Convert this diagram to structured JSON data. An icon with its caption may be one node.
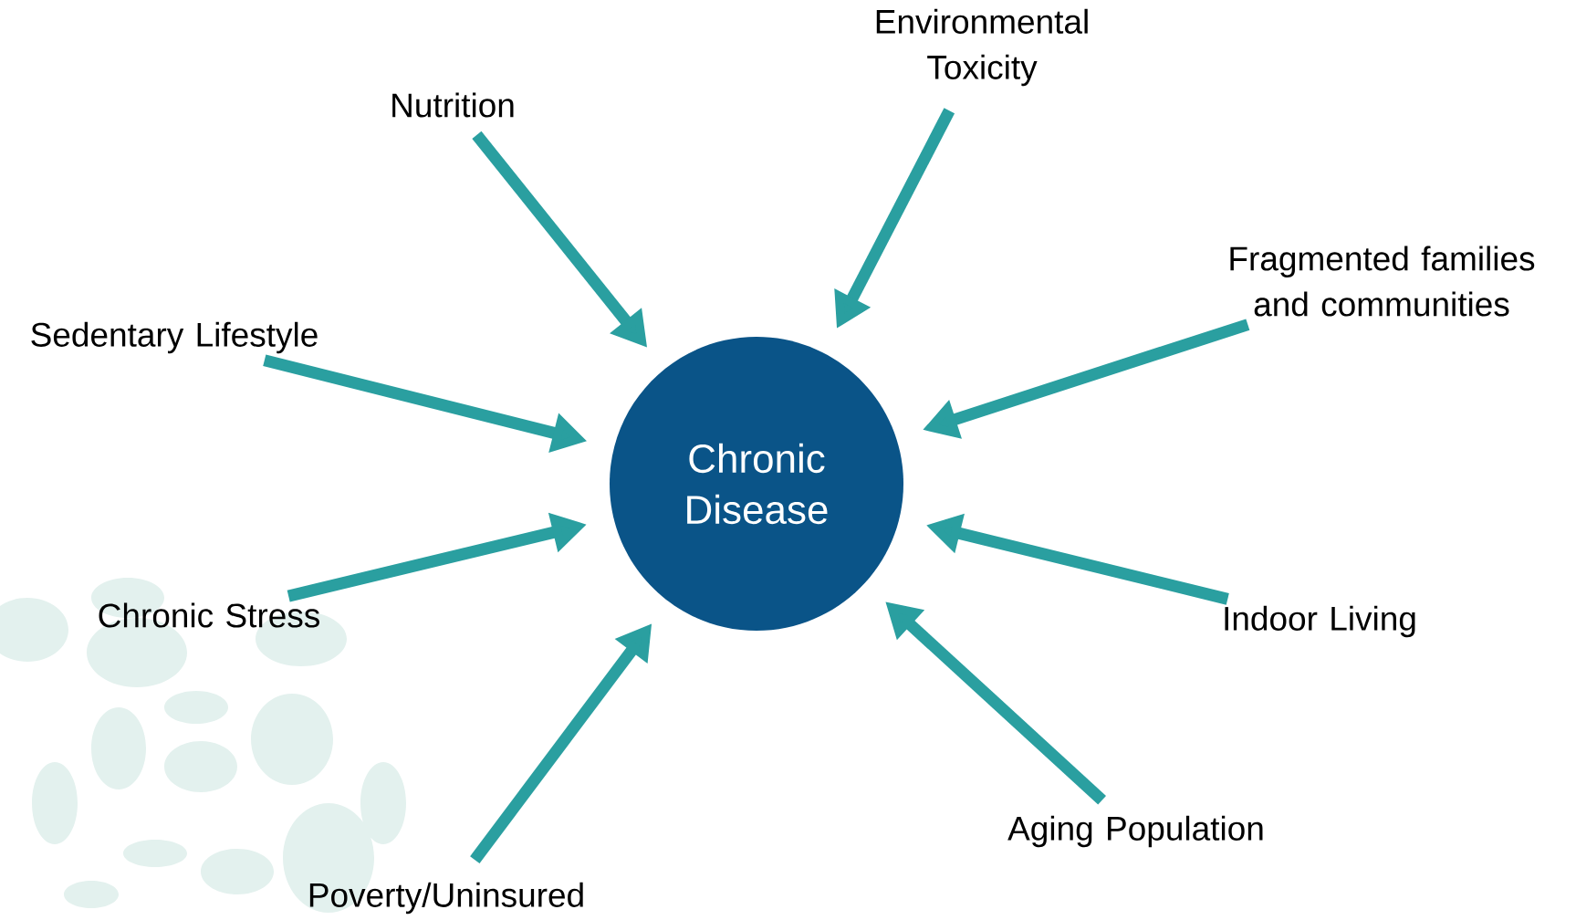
{
  "diagram": {
    "nodes": [
      {
        "text": [
          "Chronic Disease"
        ]
      },
      {
        "text": [
          "Nutrition"
        ]
      },
      {
        "text": [
          "Environmental Toxicity"
        ]
      },
      {
        "text": [
          "Fragmented families and communities"
        ]
      },
      {
        "text": [
          "Sedentary Lifestyle"
        ]
      },
      {
        "text": [
          "Chronic Stress"
        ]
      },
      {
        "text": [
          "Indoor Living"
        ]
      },
      {
        "text": [
          "Poverty/Uninsured"
        ]
      },
      {
        "text": [
          "Aging Population"
        ]
      }
    ],
    "edges": [
      {
        "from": 1,
        "to": 0,
        "arrow": "to"
      },
      {
        "from": 2,
        "to": 0,
        "arrow": "to"
      },
      {
        "from": 3,
        "to": 0,
        "arrow": "to"
      },
      {
        "from": 4,
        "to": 0,
        "arrow": "to"
      },
      {
        "from": 5,
        "to": 0,
        "arrow": "to"
      },
      {
        "from": 6,
        "to": 0,
        "arrow": "to"
      },
      {
        "from": 7,
        "to": 0,
        "arrow": "to"
      },
      {
        "from": 8,
        "to": 0,
        "arrow": "to"
      }
    ]
  }
}
